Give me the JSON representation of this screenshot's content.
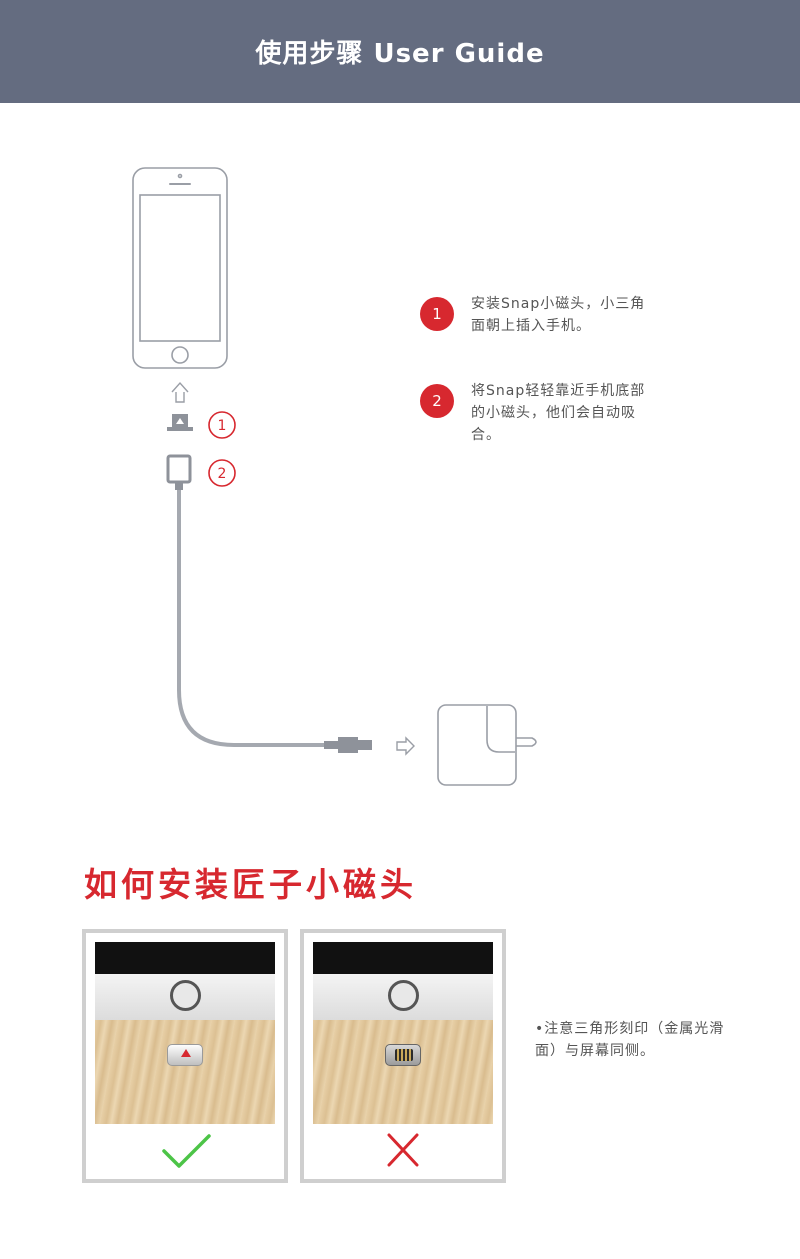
{
  "header": {
    "title": "使用步骤  User Guide"
  },
  "diagram": {
    "marker_1": "1",
    "marker_2": "2",
    "steps": [
      {
        "number": "1",
        "text": "安装Snap小磁头，小三角面朝上插入手机。"
      },
      {
        "number": "2",
        "text": "将Snap轻轻靠近手机底部的小磁头，他们会自动吸合。"
      }
    ]
  },
  "install": {
    "title": "如何安装匠子小磁头",
    "note": "•注意三角形刻印（金属光滑面）与屏幕同侧。"
  },
  "colors": {
    "header_bg": "#646c80",
    "accent_red": "#d7282f",
    "check_green": "#4cc447",
    "line_gray": "#9a9ea6"
  },
  "icons": {
    "correct": "check-icon",
    "wrong": "cross-icon"
  }
}
